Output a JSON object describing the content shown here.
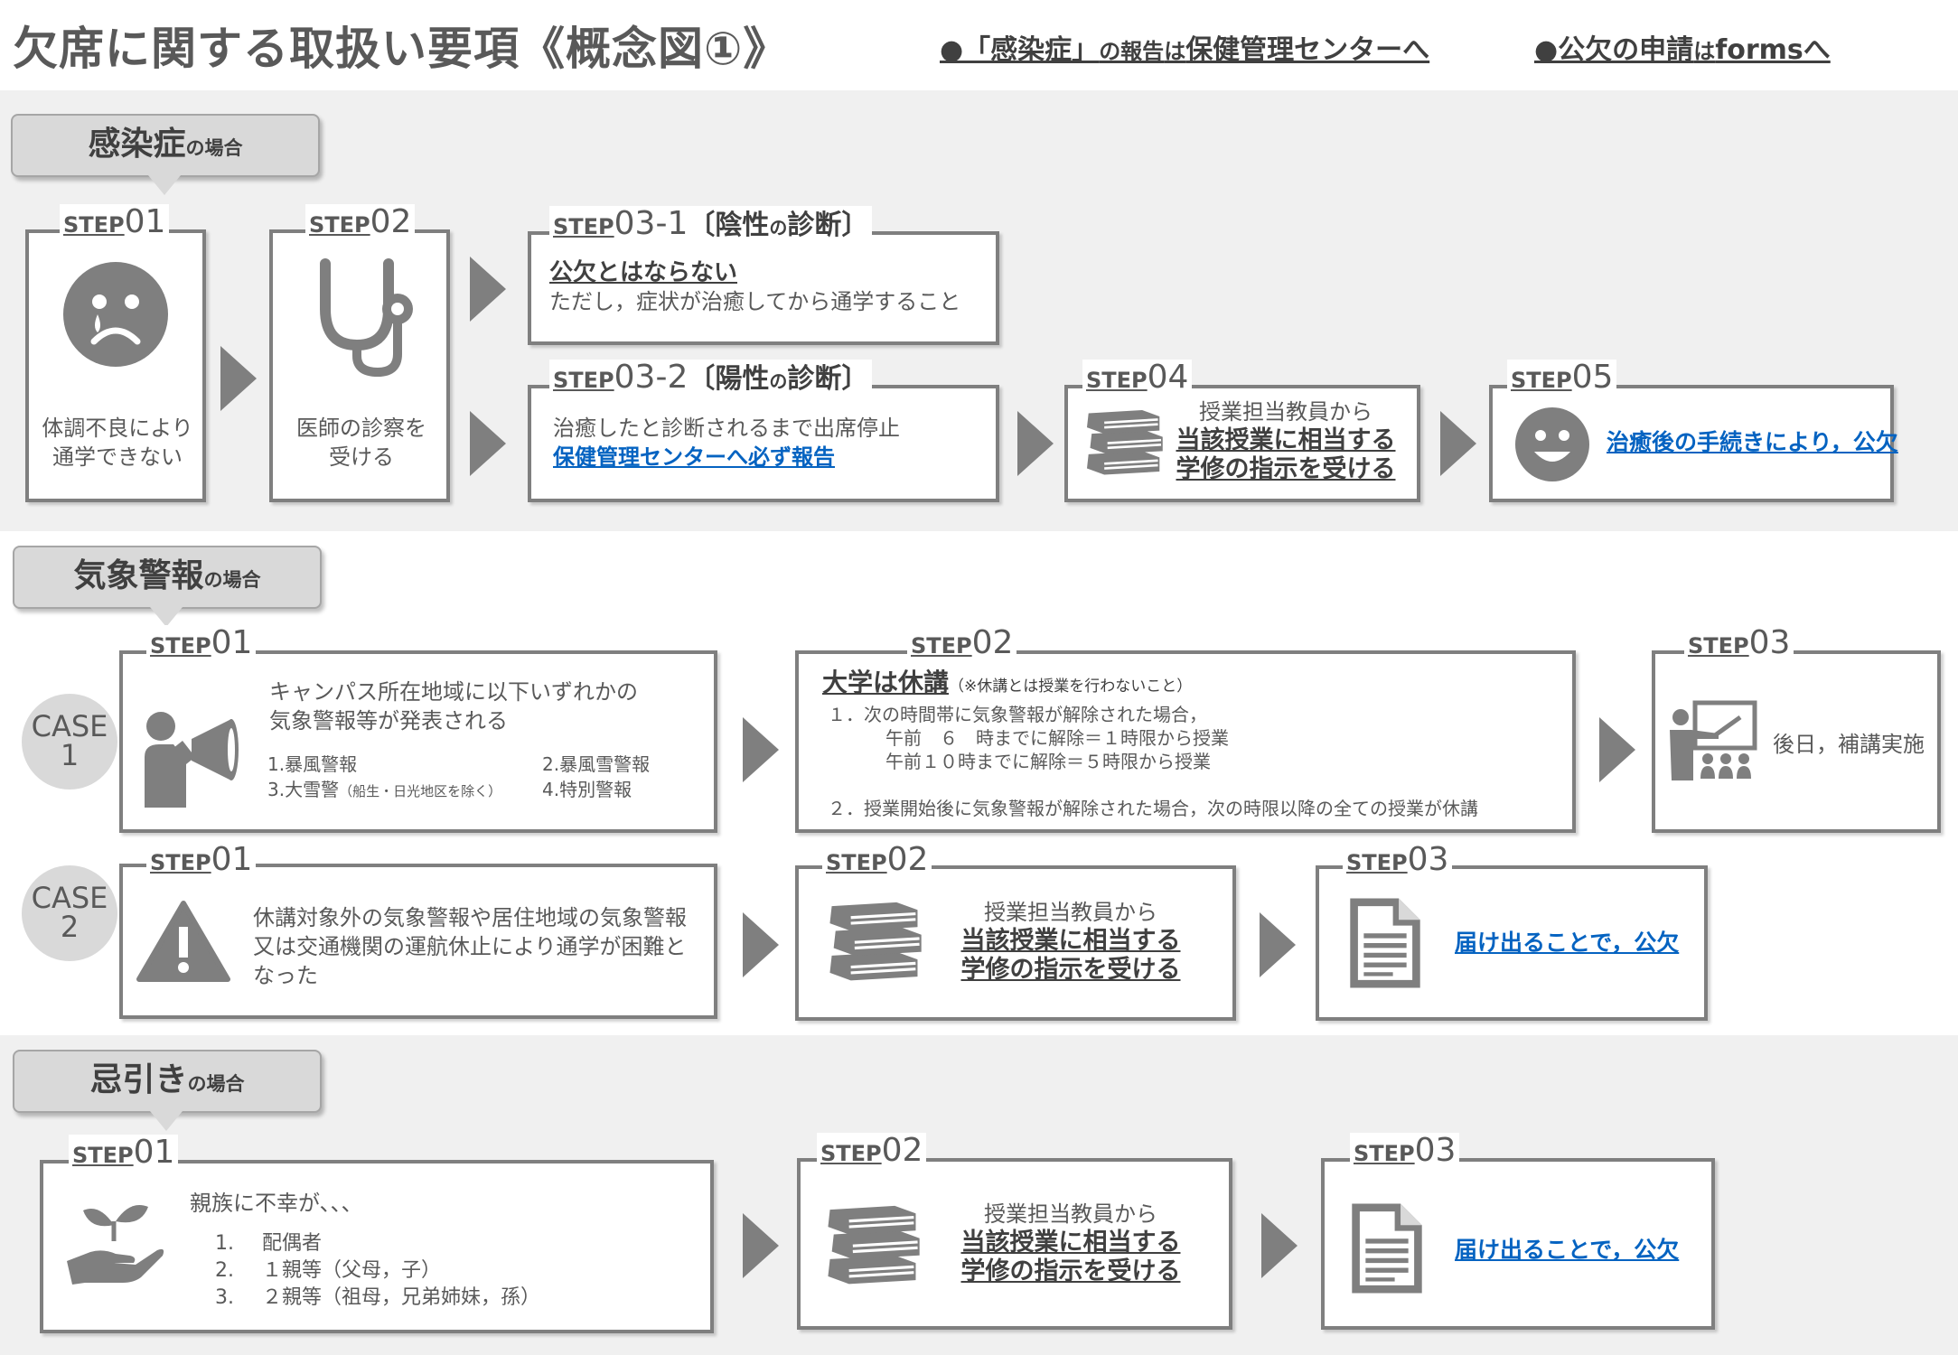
{
  "title": "欠席に関する取扱い要項《概念図①》",
  "top_links": [
    {
      "main": "●「感染症」",
      "small": "の報告",
      "small2": "は",
      "rest": "保健管理センターへ"
    },
    {
      "main": "●公欠の申請",
      "small": "は",
      "rest": "formsへ"
    }
  ],
  "step_word": "STEP",
  "sections": {
    "infection": {
      "head_main": "感染症",
      "head_small": "の場合",
      "step01": {
        "num": "01",
        "text1": "体調不良により",
        "text2": "通学できない",
        "icon": "sad-face-icon"
      },
      "step02": {
        "num": "02",
        "text1": "医師の診察を",
        "text2": "受ける",
        "icon": "stethoscope-icon"
      },
      "step03_1": {
        "num": "03-1",
        "bracket_open": "〔",
        "label": "陰性",
        "label_small": "の",
        "label2": "診断",
        "bracket_close": "〕",
        "line1": "公欠とはならない",
        "line2": "ただし，症状が治癒してから通学すること"
      },
      "step03_2": {
        "num": "03-2",
        "bracket_open": "〔",
        "label": "陽性",
        "label_small": "の",
        "label2": "診断",
        "bracket_close": "〕",
        "line1": "治癒したと診断されるまで出席停止",
        "line2": "保健管理センターへ必ず報告"
      },
      "step04": {
        "num": "04",
        "line1": "授業担当教員から",
        "line2": "当該授業に相当する",
        "line3": "学修の指示を受ける",
        "icon": "books-icon"
      },
      "step05": {
        "num": "05",
        "line1": "治癒後の手続きにより，公欠",
        "icon": "smile-face-icon"
      }
    },
    "weather": {
      "head_main": "気象警報",
      "head_small": "の場合",
      "case1": {
        "label1": "CASE",
        "label2": "1",
        "step01": {
          "num": "01",
          "line1": "キャンパス所在地域に以下いずれかの",
          "line2": "気象警報等が発表される",
          "item1": "1.暴風警報",
          "item2": "2.暴風雪警報",
          "item3": "3.大雪警",
          "item3_note": "（船生・日光地区を除く）",
          "item4": "4.特別警報",
          "icon": "megaphone-person-icon"
        },
        "step02": {
          "num": "02",
          "heading": "大学は休講",
          "heading_note": "（※休講とは授業を行わないこと）",
          "line1": "１．次の時間帯に気象警報が解除された場合，",
          "line2": "午前　６　時までに解除＝１時限から授業",
          "line3": "午前１０時までに解除＝５時限から授業",
          "line4": "２．授業開始後に気象警報が解除された場合，次の時限以降の全ての授業が休講"
        },
        "step03": {
          "num": "03",
          "line1": "後日，補講実施",
          "icon": "teacher-class-icon"
        }
      },
      "case2": {
        "label1": "CASE",
        "label2": "2",
        "step01": {
          "num": "01",
          "line1": "休講対象外の気象警報や居住地域の気象警報",
          "line2": "又は交通機関の運航休止により通学が困難と",
          "line3": "なった",
          "icon": "warning-icon"
        },
        "step02": {
          "num": "02",
          "line1": "授業担当教員から",
          "line2": "当該授業に相当する",
          "line3": "学修の指示を受ける",
          "icon": "books-icon"
        },
        "step03": {
          "num": "03",
          "line1": "届け出ることで，公欠",
          "icon": "document-icon"
        }
      }
    },
    "mourning": {
      "head_main": "忌引き",
      "head_small": "の場合",
      "step01": {
        "num": "01",
        "line1": "親族に不幸が、、、",
        "item1_num": "1.",
        "item1": "配偶者",
        "item2_num": "2.",
        "item2": "１親等（父母，子）",
        "item3_num": "3.",
        "item3": "２親等（祖母，兄弟姉妹，孫）",
        "icon": "hand-plant-icon"
      },
      "step02": {
        "num": "02",
        "line1": "授業担当教員から",
        "line2": "当該授業に相当する",
        "line3": "学修の指示を受ける",
        "icon": "books-icon"
      },
      "step03": {
        "num": "03",
        "line1": "届け出ることで，公欠",
        "icon": "document-icon"
      }
    }
  },
  "colors": {
    "gray_dark": "#595959",
    "gray_box": "#7f7f7f",
    "band": "#f0f0f0",
    "head": "#d9d9d9",
    "link": "#0563c1"
  }
}
